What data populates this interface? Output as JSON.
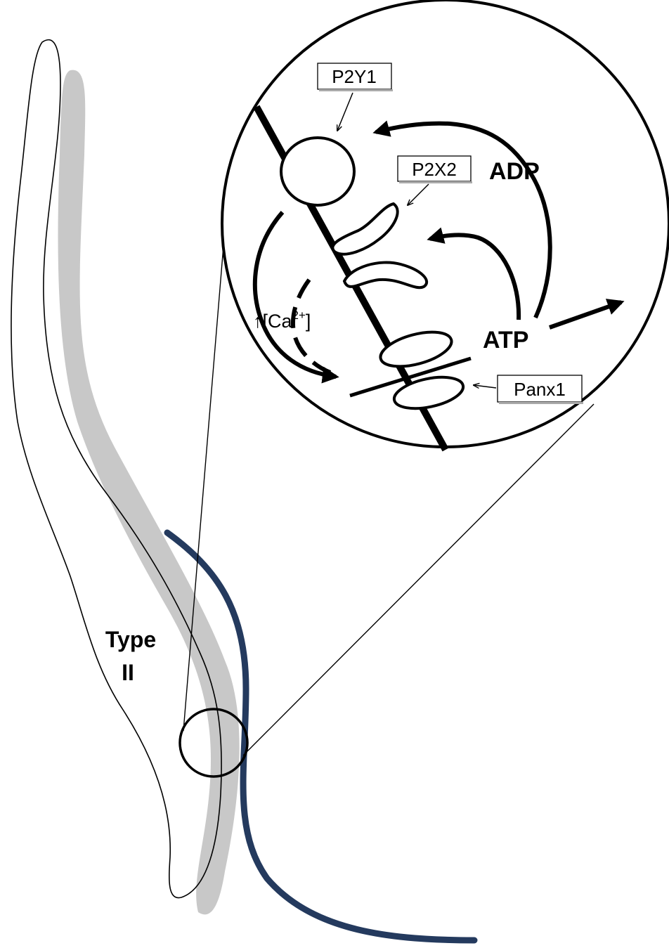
{
  "labels": {
    "p2y1": "P2Y1",
    "p2x2": "P2X2",
    "panx1": "Panx1",
    "adp": "ADP",
    "atp": "ATP",
    "calcium_prefix": "↑[Ca",
    "calcium_sup": "2+",
    "calcium_suffix": "]",
    "cell_type_line1": "Type",
    "cell_type_line2": "II"
  },
  "colors": {
    "nerve_fiber": "#243a5e",
    "membrane_shadow": "#c8c8c8",
    "ink": "#000000"
  }
}
